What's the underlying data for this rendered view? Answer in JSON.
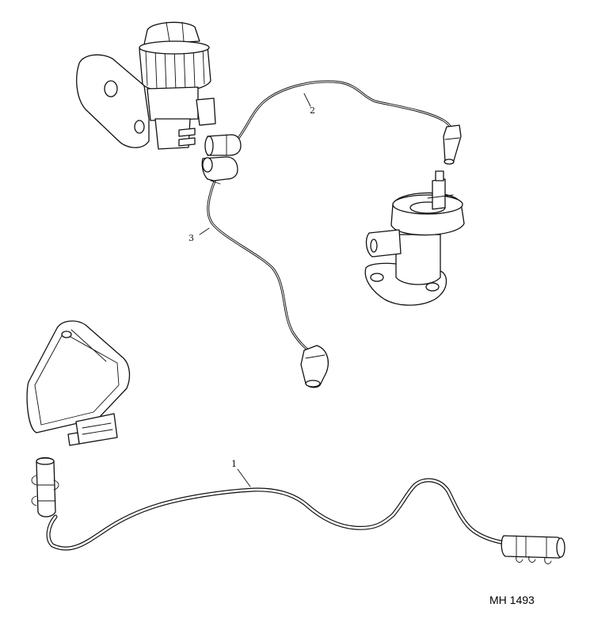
{
  "diagram": {
    "callouts": {
      "pipe": "1",
      "hose_upper": "2",
      "hose_lower": "3"
    },
    "reference": "MH 1493"
  }
}
